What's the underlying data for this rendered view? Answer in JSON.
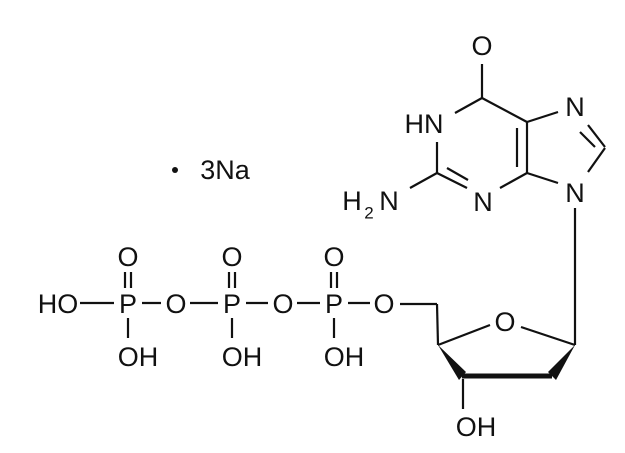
{
  "molecule": {
    "counterion": "• 3Na",
    "atoms": {
      "o6": "O",
      "hn1": "HN",
      "n7": "N",
      "n9": "N",
      "n3": "N",
      "h2n": "H",
      "h2n_sub": "2",
      "h2n_n": "N",
      "ring_o": "O",
      "oh3": "OH",
      "o5": "O",
      "pa": "P",
      "pa_o": "O",
      "pa_oh": "OH",
      "o_ab": "O",
      "pb": "P",
      "pb_o": "O",
      "pb_oh": "OH",
      "o_bg": "O",
      "pg": "P",
      "pg_o": "O",
      "pg_oh": "OH",
      "ho": "HO"
    }
  }
}
